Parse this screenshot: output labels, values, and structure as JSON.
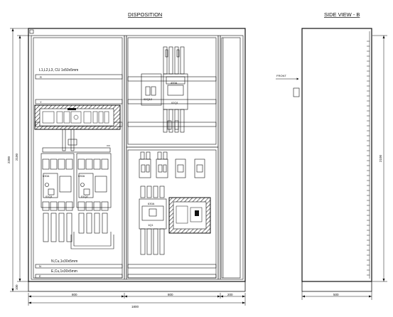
{
  "titles": {
    "disposition": "DISPOSITION",
    "side_view": "SIDE VIEW - B"
  },
  "busbars": {
    "main_label": "L1,L2,L3, CU 1x50x5mm",
    "phase_r": "R",
    "phase_y": "Y",
    "phase_b": "B",
    "neutral_label": "N,Cu,1x30x5mm",
    "neutral_mark": "N",
    "earth_label": "E,Cu,1x30x5mm",
    "earth_mark": "E"
  },
  "devices": {
    "q1_rating": "630A",
    "q1_tag": "01Q1",
    "q2_rating": "630A",
    "q2_tag": "01Q2",
    "q3_rating": "400A",
    "q3_tag": "02Q1",
    "main_rating": "630A",
    "main_tag": "1Q1",
    "small_tag": "02Q12"
  },
  "side_view": {
    "front_label": "FRONT"
  },
  "dimensions": {
    "total_height": "2200",
    "body_height_left": "2100",
    "body_height_right": "2100",
    "plinth": "100",
    "width_1": "800",
    "width_2": "800",
    "width_3": "200",
    "total_width": "1800",
    "depth": "500"
  }
}
